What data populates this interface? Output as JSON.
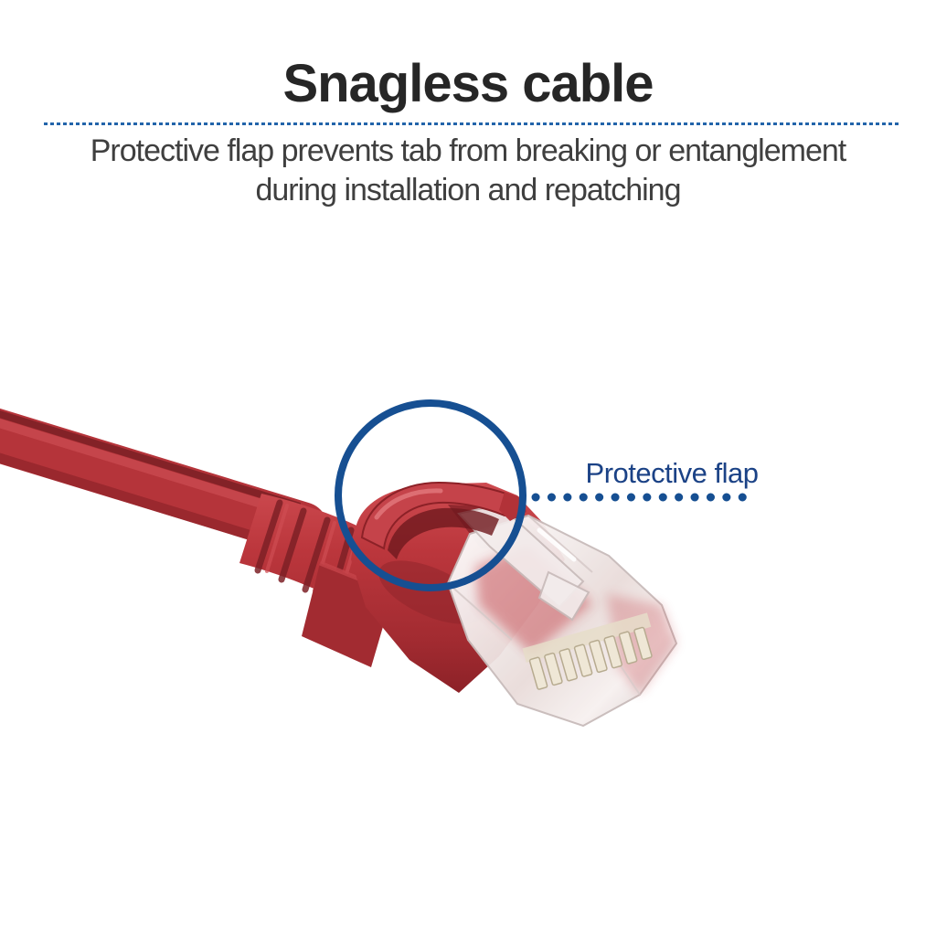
{
  "page": {
    "background_color": "#ffffff"
  },
  "header": {
    "title": "Snagless cable",
    "subtitle_line1": "Protective flap prevents tab from breaking or entanglement",
    "subtitle_line2": "during installation and repatching"
  },
  "separator": {
    "style": "dashed-dotted-line",
    "color": "#2264aa"
  },
  "annotation": {
    "label": "Protective flap",
    "label_color": "#1b4286",
    "circle_color": "#164f92",
    "dotted_line_color": "#164f92"
  },
  "photo": {
    "alt": "Red snagless network patch cable with molded protective flap and transparent RJ45 connector",
    "cable_color": "#b5343a",
    "cable_shadow_color": "#7d2026",
    "cable_highlight_color": "#d05156",
    "connector_clear_color": "#f3ecec"
  },
  "colors": {
    "title_text": "#262626",
    "subtitle_text": "#3f3f3f"
  }
}
